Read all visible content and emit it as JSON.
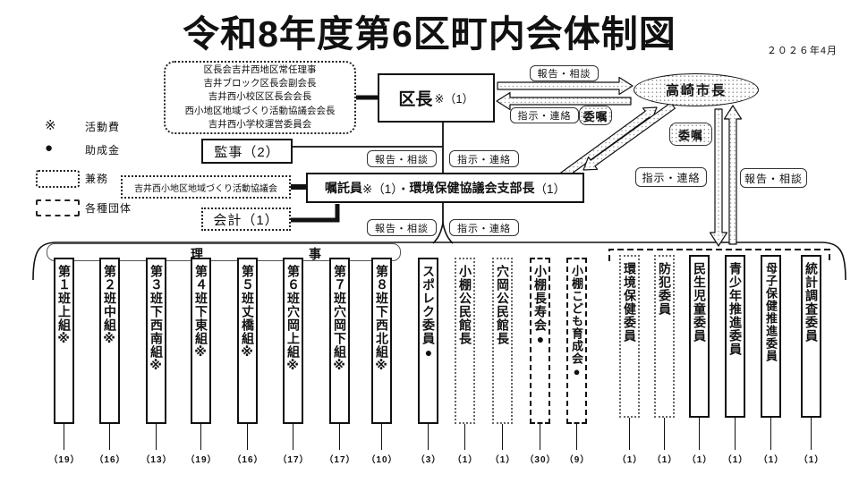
{
  "title": "令和8年度第6区町内会体制図",
  "date": "２０２６年4月",
  "colors": {
    "ink": "#111111",
    "pattern_dot": "#999999"
  },
  "mayor": {
    "label": "高崎市長"
  },
  "kucho": {
    "title": "区長",
    "suffix": "※（1）"
  },
  "roles": [
    "区長会吉井西地区常任理事",
    "吉井ブロック区長会副会長",
    "吉井西小校区区長会会長",
    "西小地区地域づくり活動協議会会長",
    "吉井西小学校運営委員会"
  ],
  "kanji": {
    "label": "監事（2）"
  },
  "shokutaku": {
    "name": "嘱託員",
    "mid": "※（1）・",
    "role": "環境保健協議会支部長",
    "count": "（1）"
  },
  "kyogikai": {
    "label": "吉井西小地区地域づくり活動協議会"
  },
  "kaikei": {
    "label": "会計（1）"
  },
  "arrow_labels": {
    "report": "報告・相談",
    "instruct": "指示・連絡",
    "commission": "委嘱"
  },
  "riji": {
    "left": "理",
    "right": "事"
  },
  "legend": {
    "items": [
      {
        "symbol": "※",
        "label": "活動費"
      },
      {
        "symbol": "●",
        "label": "助成金"
      },
      {
        "symbol": "",
        "label": "兼務"
      },
      {
        "symbol": "",
        "label": "各種団体"
      }
    ]
  },
  "columns": [
    {
      "label": "第１班上組※",
      "count": "（19）"
    },
    {
      "label": "第２班中組※",
      "count": "（16）"
    },
    {
      "label": "第３班下西南組※",
      "count": "（13）"
    },
    {
      "label": "第４班下東組※",
      "count": "（19）"
    },
    {
      "label": "第５班丈橋組※",
      "count": "（16）"
    },
    {
      "label": "第６班穴岡上組※",
      "count": "（17）"
    },
    {
      "label": "第７班穴岡下組※",
      "count": "（17）"
    },
    {
      "label": "第８班下西北組※",
      "count": "（10）"
    },
    {
      "label": "スポレク委員●",
      "count": "（3）"
    },
    {
      "label": "小棚公民館長",
      "count": "（1）"
    },
    {
      "label": "穴岡公民館長",
      "count": "（1）"
    },
    {
      "label": "小棚長寿会●",
      "count": "（30）"
    },
    {
      "label": "小棚こども育成会●",
      "count": "（9）"
    },
    {
      "label": "環境保健委員",
      "count": "（1）"
    },
    {
      "label": "防犯委員",
      "count": "（1）"
    },
    {
      "label": "民生児童委員",
      "count": "（1）"
    },
    {
      "label": "青少年推進委員",
      "count": "（1）"
    },
    {
      "label": "母子保健推進委員",
      "count": "（1）"
    },
    {
      "label": "統計調査委員",
      "count": "（1）"
    }
  ]
}
